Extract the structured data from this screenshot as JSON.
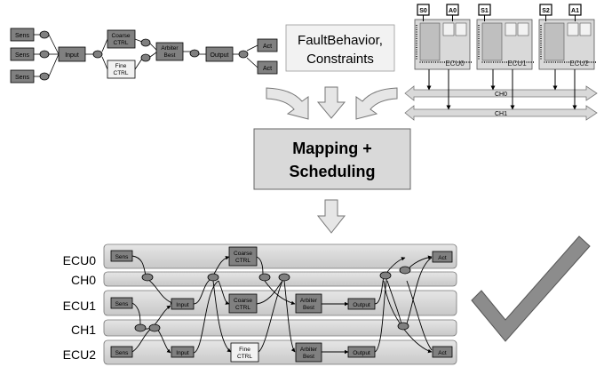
{
  "task_graph": {
    "sens_1": "Sens",
    "sens_2": "Sens",
    "sens_3": "Sens",
    "input": "Input",
    "coarse_ctrl_line1": "Coarse",
    "coarse_ctrl_line2": "CTRL",
    "fine_ctrl_line1": "Fine",
    "fine_ctrl_line2": "CTRL",
    "arbiter_line1": "Arbiter",
    "arbiter_line2": "Best",
    "output": "Output",
    "act_1": "Act",
    "act_2": "Act"
  },
  "constraints_box": {
    "line1": "FaultBehavior,",
    "line2": "Constraints"
  },
  "architecture": {
    "ecu0_io": [
      "S0",
      "A0"
    ],
    "ecu1_io": [
      "S1"
    ],
    "ecu2_io": [
      "S2",
      "A1"
    ],
    "ecu_labels": [
      "ECU0",
      "ECU1",
      "ECU2"
    ],
    "channels": [
      "CH0",
      "CH1"
    ]
  },
  "mapping_box": {
    "line1": "Mapping +",
    "line2": "Scheduling"
  },
  "schedule": {
    "rows": [
      "ECU0",
      "CH0",
      "ECU1",
      "CH1",
      "ECU2"
    ],
    "ecu0_sens": "Sens",
    "ecu0_coarse_line1": "Coarse",
    "ecu0_coarse_line2": "CTRL",
    "ecu0_act": "Act",
    "ecu1_sens": "Sens",
    "ecu1_input": "Input",
    "ecu1_coarse_line1": "Coarse",
    "ecu1_coarse_line2": "CTRL",
    "ecu1_arbiter_line1": "Arbiter",
    "ecu1_arbiter_line2": "Best",
    "ecu1_output": "Output",
    "ecu2_sens": "Sens",
    "ecu2_input": "Input",
    "ecu2_fine_line1": "Fine",
    "ecu2_fine_line2": "CTRL",
    "ecu2_arbiter_line1": "Arbiter",
    "ecu2_arbiter_line2": "Best",
    "ecu2_output": "Output",
    "ecu2_act": "Act"
  },
  "colors": {
    "task_fill": "#808080",
    "light_task_fill": "#f2f2f2",
    "row_fill": "#d9d9d9",
    "box_fill": "#d9d9d9",
    "check_fill": "#8c8c8c"
  }
}
